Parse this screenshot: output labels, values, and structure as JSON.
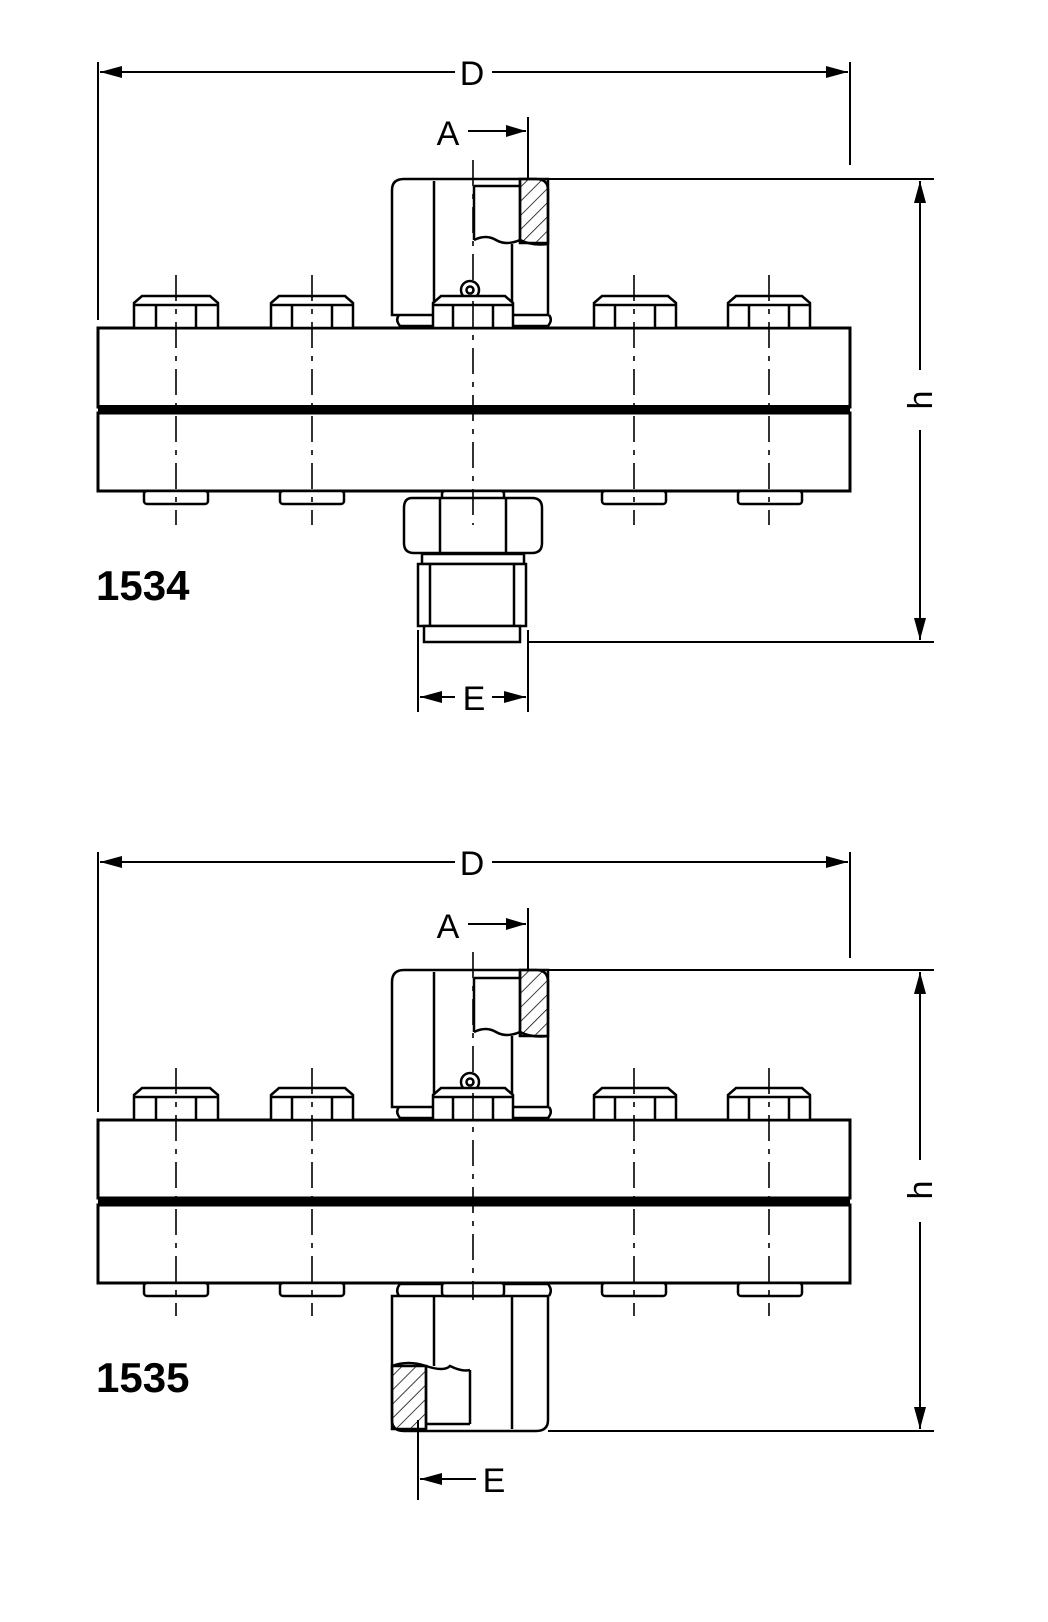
{
  "diagrams": [
    {
      "model_label": "1534",
      "dimensions": {
        "D": "D",
        "A": "A",
        "h": "h",
        "E": "E"
      },
      "bolt_count_top": 5,
      "bottom_fitting": "male-threaded-connector"
    },
    {
      "model_label": "1535",
      "dimensions": {
        "D": "D",
        "A": "A",
        "h": "h",
        "E": "E"
      },
      "bolt_count_top": 5,
      "bottom_fitting": "female-hex-socket"
    }
  ],
  "colors": {
    "line": "#000000",
    "background": "#ffffff"
  }
}
